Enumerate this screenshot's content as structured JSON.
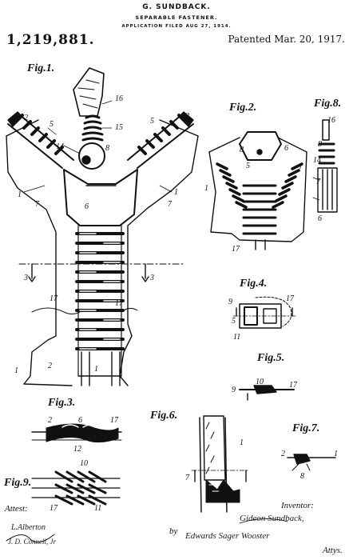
{
  "header": {
    "name": "G. SUNDBACK.",
    "subtitle": "SEPARABLE FASTENER.",
    "application": "APPLICATION FILED AUG 27, 1914.",
    "patent_number": "1,219,881.",
    "patent_date": "Patented Mar. 20, 1917."
  },
  "figures": {
    "fig1": "Fig.1.",
    "fig2": "Fig.2.",
    "fig3": "Fig.3.",
    "fig4": "Fig.4.",
    "fig5": "Fig.5.",
    "fig6": "Fig.6.",
    "fig7": "Fig.7.",
    "fig8": "Fig.8.",
    "fig9": "Fig.9."
  },
  "footer": {
    "attest": "Attest:",
    "inventor": "Inventor:",
    "by": "by",
    "attys": "Attys.",
    "inventor_signature": "Gideon Sundback,",
    "attorney_signature": "Edwards Sager Wooster",
    "witness_1": "L.Alberton",
    "witness_2": "J. D. Connell, Jr"
  },
  "ref_numerals": {
    "r16": "16",
    "r15": "15",
    "r14": "14",
    "r8": "8",
    "r6": "6",
    "r5": "5",
    "r2": "2",
    "r1": "1",
    "r7": "7",
    "r3": "3",
    "r17": "17",
    "r9": "9",
    "r10": "10",
    "r11": "11",
    "r12": "12"
  }
}
